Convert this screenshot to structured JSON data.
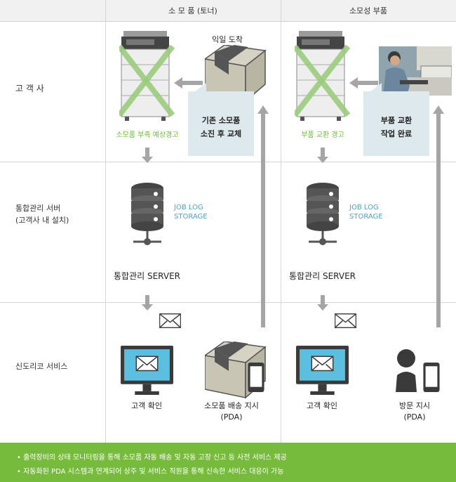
{
  "columns": {
    "left": "소 모 품 (토너)",
    "right": "소모성 부품"
  },
  "rows": {
    "customer": "고 객 사",
    "server_line1": "통합관리 서버",
    "server_line2": "(고객사 내 설치)",
    "service": "신도리코 서비스"
  },
  "left": {
    "arrival": "익일 도착",
    "warning": "소모품 부족 예상경고",
    "callout_line1": "기존 소모품",
    "callout_line2": "소진 후 교체",
    "storage_line1": "JOB LOG",
    "storage_line2": "STORAGE",
    "server": "통합관리 SERVER",
    "confirm": "고객 확인",
    "delivery_line1": "소모품 배송 지시",
    "delivery_line2": "(PDA)"
  },
  "right": {
    "warning": "부품 교환 경고",
    "callout_line1": "부품 교환",
    "callout_line2": "작업 완료",
    "storage_line1": "JOB LOG",
    "storage_line2": "STORAGE",
    "server": "통합관리 SERVER",
    "confirm": "고객 확인",
    "visit_line1": "방문 지시",
    "visit_line2": "(PDA)"
  },
  "footer": {
    "line1": "출력장비의 상태 모니터링을 통해 소모품 자동 배송 및 자동 고장 신고 등 사전 서비스 제공",
    "line2": "자동화된 PDA 시스템과 연계되어 상주 및 서비스 직원을 통해 신속한 서비스 대응이 가능",
    "bullet": "•"
  },
  "colors": {
    "green": "#77bb3c",
    "callout": "#dde9ec",
    "arrow": "#a5a5a5",
    "storage": "#4fa3c9"
  }
}
